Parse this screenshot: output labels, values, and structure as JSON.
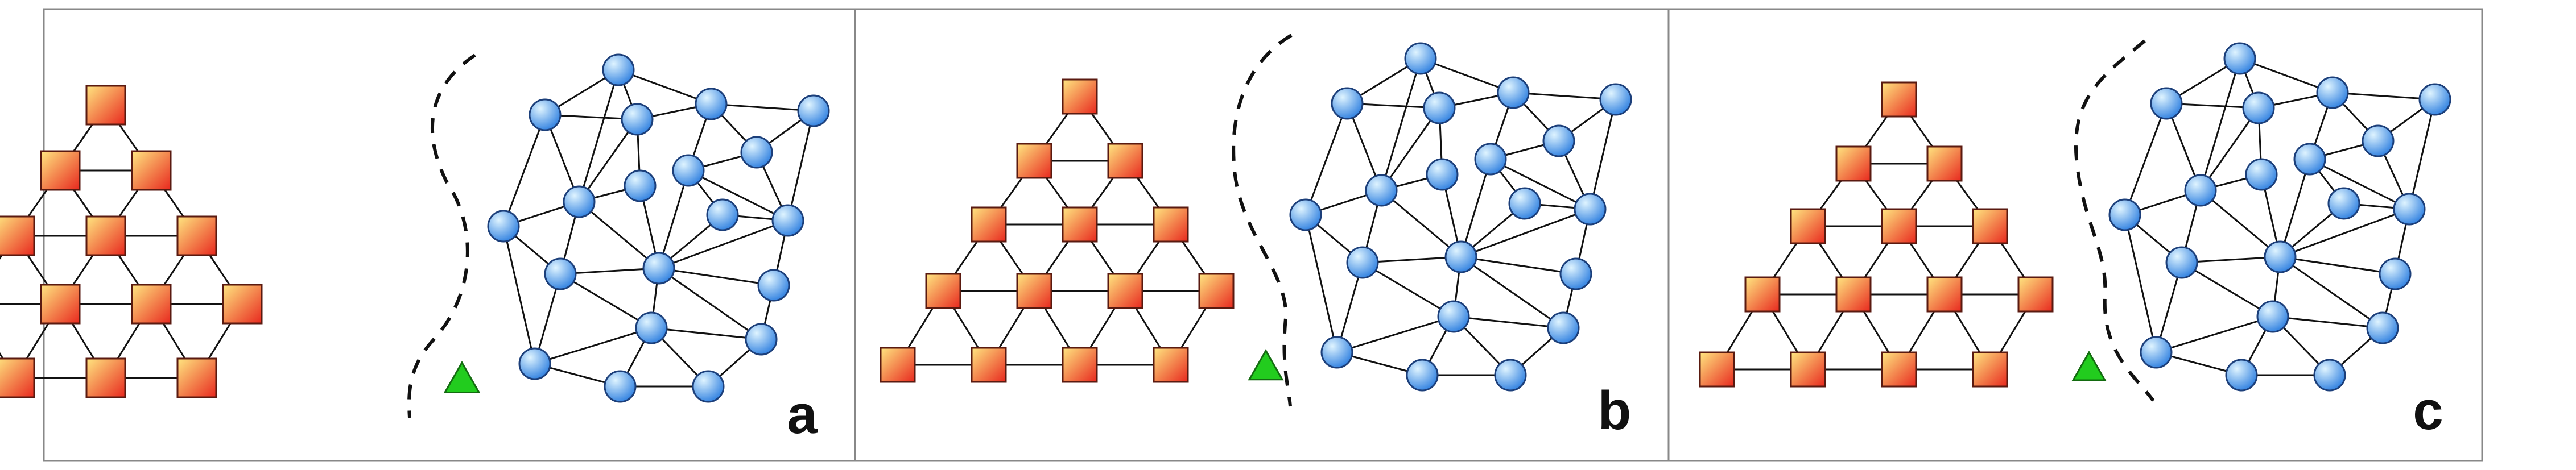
{
  "figure": {
    "panels": [
      {
        "label": "a"
      },
      {
        "label": "b"
      },
      {
        "label": "c"
      }
    ]
  },
  "colors": {
    "square_fill_light": "#ffe680",
    "square_fill_dark": "#e8281e",
    "sphere_fill_light": "#dff4ff",
    "sphere_fill_dark": "#2f80e0",
    "triangle_fill": "#22cc1e",
    "edge_color": "#111111",
    "frame_color": "#888888"
  }
}
